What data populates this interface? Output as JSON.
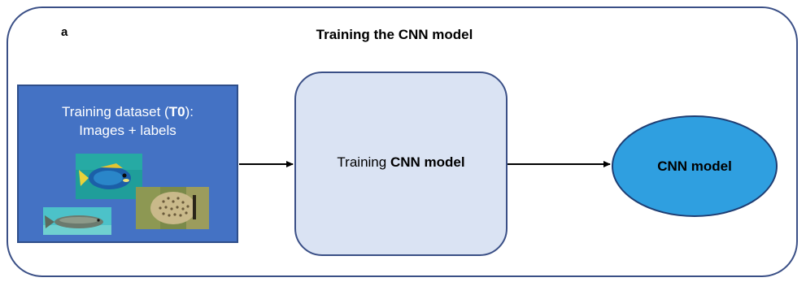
{
  "panel_letter": "a",
  "title": "Training the CNN model",
  "dataset": {
    "line1_prefix": "Training dataset (",
    "line1_bold": "T0",
    "line1_suffix": "):",
    "line2": "Images + labels"
  },
  "training_node": {
    "prefix": "Training ",
    "bold": "CNN model"
  },
  "model_node": {
    "label": "CNN model"
  },
  "colors": {
    "dataset_fill": "#4472c4",
    "training_fill": "#dae3f3",
    "model_fill": "#2f9fe0",
    "outline": "#3a4f86",
    "arrow": "#000000"
  },
  "icons": [
    "fish-photo-surgeonfish",
    "fish-photo-butterflyfish",
    "fish-photo-flatfish"
  ]
}
